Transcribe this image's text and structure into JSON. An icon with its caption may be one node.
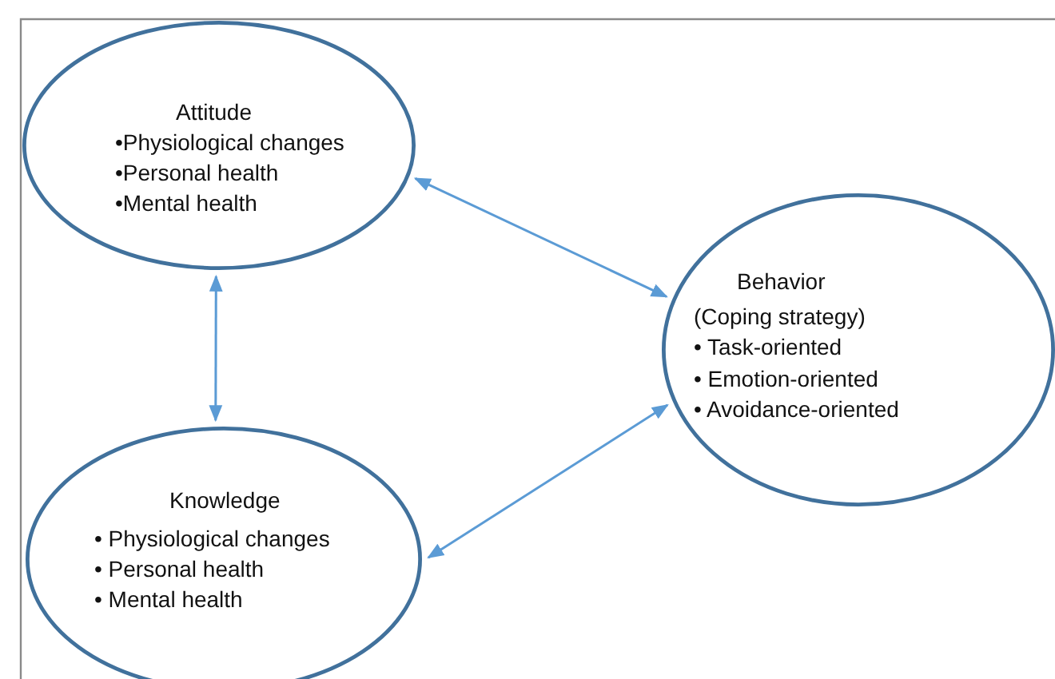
{
  "diagram": {
    "nodes": [
      {
        "text": [
          "Attitude",
          "•Physiological changes",
          "•Personal health",
          "•Mental health"
        ]
      },
      {
        "text": [
          "Behavior",
          "(Coping strategy)",
          "• Task-oriented",
          "• Emotion-oriented",
          "• Avoidance-oriented"
        ]
      },
      {
        "text": [
          "Knowledge",
          "• Physiological changes",
          "• Personal health",
          "• Mental health"
        ]
      }
    ],
    "edges": [
      {
        "from": 0,
        "to": 2,
        "arrow": "both"
      },
      {
        "from": 0,
        "to": 1,
        "arrow": "both"
      },
      {
        "from": 2,
        "to": 1,
        "arrow": "both"
      }
    ]
  }
}
